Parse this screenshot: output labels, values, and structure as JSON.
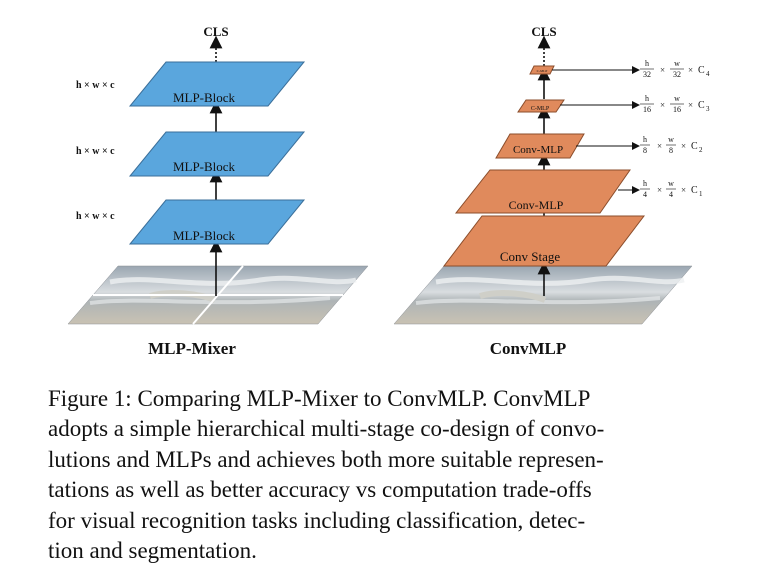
{
  "figure": {
    "left_panel": {
      "label": "MLP-Mixer",
      "output_label": "CLS",
      "blocks": [
        "MLP-Block",
        "MLP-Block",
        "MLP-Block"
      ],
      "dim_labels": [
        "h × w × c",
        "h × w × c",
        "h × w × c"
      ]
    },
    "right_panel": {
      "label": "ConvMLP",
      "output_label": "CLS",
      "stages": [
        "Conv Stage",
        "Conv-MLP",
        "Conv-MLP",
        "C-MLP",
        "C-MLP"
      ],
      "dim_labels": [
        {
          "num": "h",
          "den1": "4",
          "den2": "4",
          "c": "C",
          "sub": "1"
        },
        {
          "num": "h",
          "den1": "8",
          "den2": "8",
          "c": "C",
          "sub": "2"
        },
        {
          "num": "h",
          "den1": "16",
          "den2": "16",
          "c": "C",
          "sub": "3"
        },
        {
          "num": "h",
          "den1": "32",
          "den2": "32",
          "c": "C",
          "sub": "4"
        }
      ]
    },
    "colors": {
      "mlp_block": "#5aa6dd",
      "conv_block": "#e08a5c",
      "beach_sky": "#b6bfc8",
      "beach_sand": "#c4bfb6"
    }
  },
  "caption": {
    "lines": [
      "Figure 1: Comparing MLP-Mixer to ConvMLP. ConvMLP",
      "adopts a simple hierarchical multi-stage co-design of convo-",
      "lutions and MLPs and achieves both more suitable represen-",
      "tations as well as better accuracy vs computation trade-offs",
      "for visual recognition tasks including classification, detec-",
      "tion and segmentation."
    ]
  }
}
